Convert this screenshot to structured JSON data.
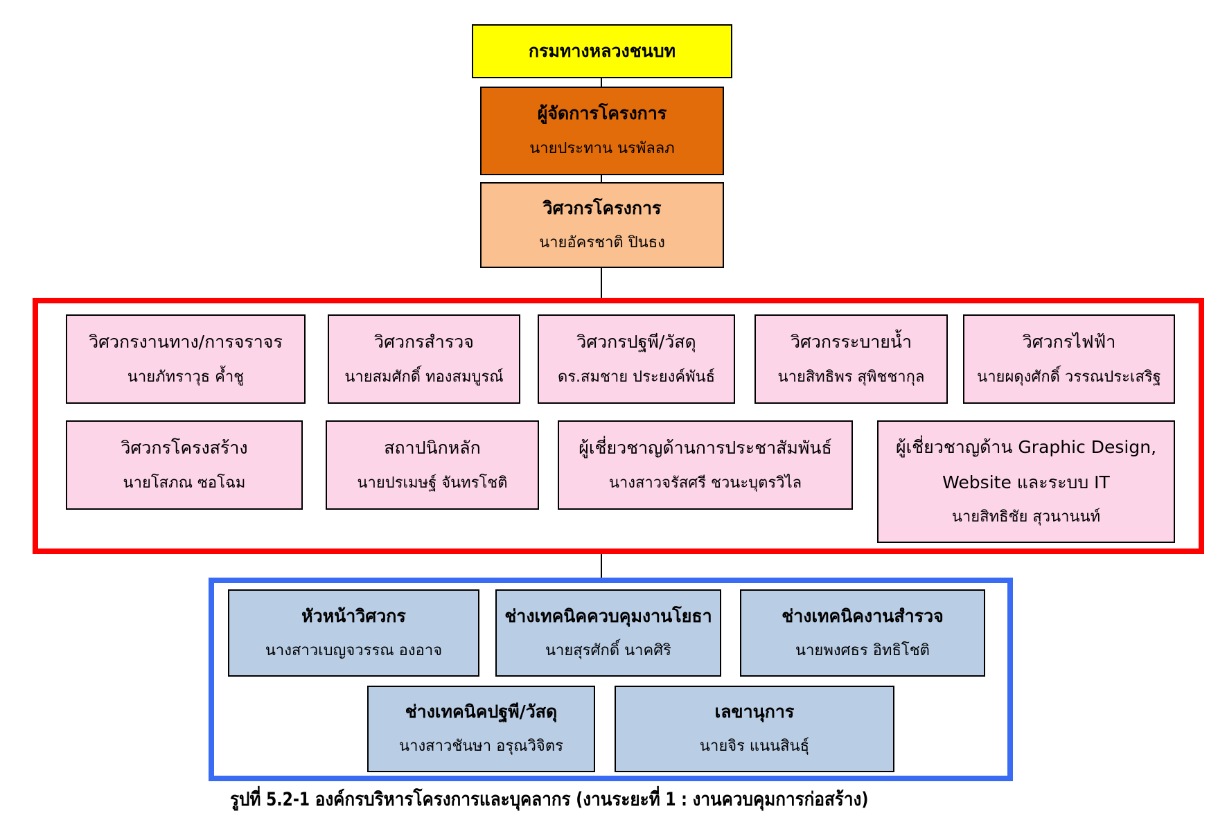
{
  "org_chart": {
    "top": {
      "title": "กรมทางหลวงชนบท"
    },
    "project_manager": {
      "title": "ผู้จัดการโครงการ",
      "name": "นายประทาน นรพัลลภ"
    },
    "project_engineer": {
      "title": "วิศวกรโครงการ",
      "name": "นายอัครชาติ ปินธง"
    },
    "specialists": [
      {
        "title": "วิศวกรงานทาง/การจราจร",
        "name": "นายภัทราวุธ ค้ำชู"
      },
      {
        "title": "วิศวกรสำรวจ",
        "name": "นายสมศักดิ์ ทองสมบูรณ์"
      },
      {
        "title": "วิศวกรปฐพี/วัสดุ",
        "name": "ดร.สมชาย  ประยงค์พันธ์"
      },
      {
        "title": "วิศวกรระบายน้ำ",
        "name": "นายสิทธิพร สุพิชชากุล"
      },
      {
        "title": "วิศวกรไฟฟ้า",
        "name": "นายผดุงศักดิ์ วรรณประเสริฐ"
      },
      {
        "title": "วิศวกรโครงสร้าง",
        "name": "นายโสภณ ซอโฉม"
      },
      {
        "title": "สถาปนิกหลัก",
        "name": "นายปรเมษฐ์ จันทรโชติ"
      },
      {
        "title": "ผู้เชี่ยวชาญด้านการประชาสัมพันธ์",
        "name": "นางสาวจรัสศรี ชวนะบุตรวิไล"
      },
      {
        "title": "ผู้เชี่ยวชาญด้าน Graphic Design,",
        "title2": "Website และระบบ IT",
        "name": "นายสิทธิชัย สุวนานนท์"
      }
    ],
    "support_staff": [
      {
        "title": "หัวหน้าวิศวกร",
        "name": "นางสาวเบญจวรรณ  องอาจ"
      },
      {
        "title": "ช่างเทคนิคควบคุมงานโยธา",
        "name": "นายสุรศักดิ์  นาคศิริ"
      },
      {
        "title": "ช่างเทคนิคงานสำรวจ",
        "name": "นายพงศธร  อิทธิโชติ"
      },
      {
        "title": "ช่างเทคนิคปฐพี/วัสดุ",
        "name": "นางสาวชันษา อรุณวิจิตร"
      },
      {
        "title": "เลขานุการ",
        "name": "นายจิร แนนสินธุ์"
      }
    ],
    "colors": {
      "top": "#ffff00",
      "project_manager": "#e36c0a",
      "project_engineer": "#fac090",
      "specialists": "#fdd5e9",
      "support_staff": "#b9cde5",
      "specialists_frame": "#ff0000",
      "support_frame": "#3a6bf5"
    }
  },
  "caption": "รูปที่ 5.2-1 องค์กรบริหารโครงการและบุคลากร (งานระยะที่ 1 : งานควบคุมการก่อสร้าง)"
}
